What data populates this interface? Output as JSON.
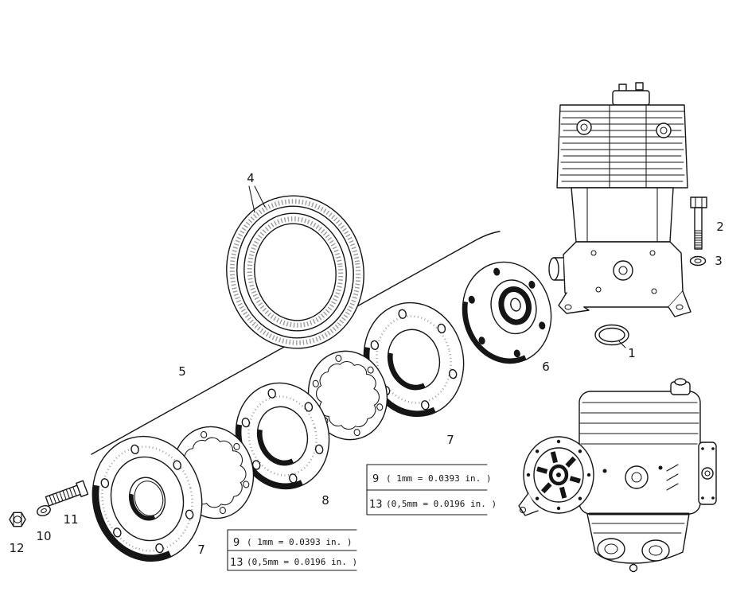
{
  "canvas": {
    "background": "#ffffff",
    "ink": "#151515",
    "type": "exploded-parts-diagram"
  },
  "labels": {
    "o_ring": "1",
    "bolt": "2",
    "washer": "3",
    "v_belt": "4",
    "assembly_line": "5",
    "hub_flange": "6",
    "flange_rear": "7",
    "spacer_disc": "8",
    "flange_front": "7",
    "washer_small": "10",
    "stud": "11",
    "nut": "12"
  },
  "spec_tables": {
    "rear": {
      "rows": [
        {
          "part": "9",
          "spec": "( 1mm = 0.0393 in. )"
        },
        {
          "part": "13",
          "spec": "(0,5mm = 0.0196 in. )"
        }
      ]
    },
    "front": {
      "rows": [
        {
          "part": "9",
          "spec": "( 1mm = 0.0393 in. )"
        },
        {
          "part": "13",
          "spec": "(0,5mm = 0.0196 in. )"
        }
      ]
    }
  }
}
